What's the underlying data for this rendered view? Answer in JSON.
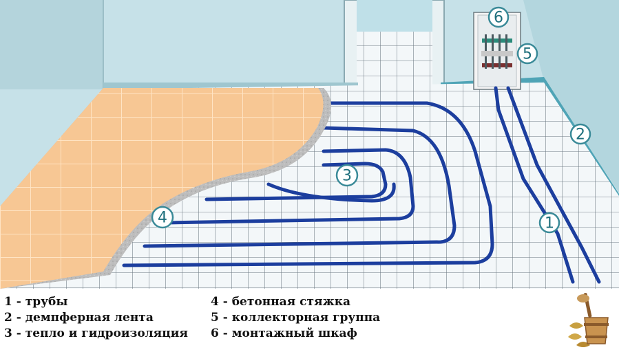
{
  "markers": [
    {
      "id": "1",
      "label": "1"
    },
    {
      "id": "2",
      "label": "2"
    },
    {
      "id": "3",
      "label": "3"
    },
    {
      "id": "4",
      "label": "4"
    },
    {
      "id": "5",
      "label": "5"
    },
    {
      "id": "6",
      "label": "6"
    }
  ],
  "legend": {
    "col1": [
      {
        "text": "1 - трубы"
      },
      {
        "text": "2 - демпферная лента"
      },
      {
        "text": "3 - тепло и гидроизоляция"
      }
    ],
    "col2": [
      {
        "text": "4 - бетонная стяжка"
      },
      {
        "text": "5 - коллекторная группа"
      },
      {
        "text": "6 - монтажный шкаф"
      }
    ]
  },
  "colors": {
    "wall": "#c9e3e9",
    "floor_insulation": "#f2f7f9",
    "pipe": "#1c3e9e",
    "tile": "#f6c795",
    "screed": "#b9b9b9",
    "accent": "#3a8a98"
  },
  "icons": {
    "logo": "sauna-bucket-ladle-icon"
  }
}
